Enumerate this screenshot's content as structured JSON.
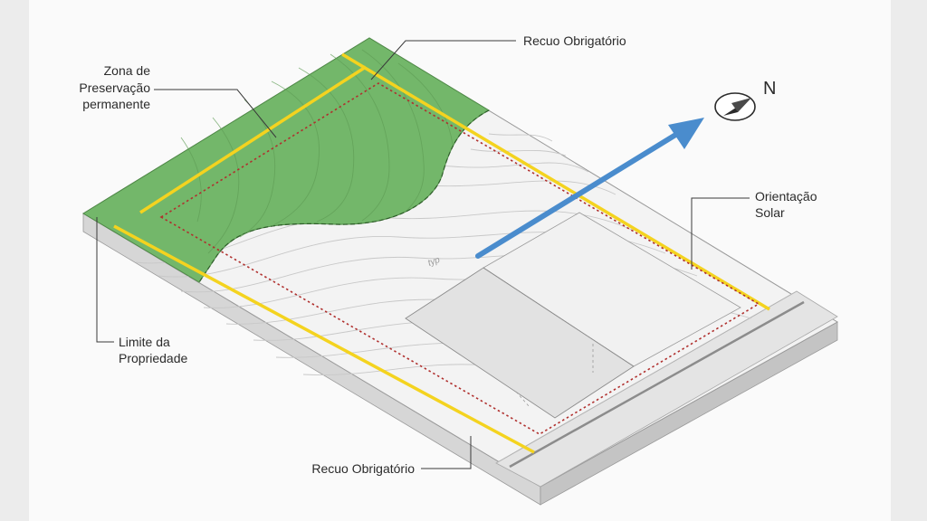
{
  "labels": {
    "app_zone_line1": "Zona de",
    "app_zone_line2": "Preservação",
    "app_zone_line3": "permanente",
    "setback_top": "Recuo Obrigatório",
    "setback_bottom": "Recuo Obrigatório",
    "property_line1": "Limite da",
    "property_line2": "Propriedade",
    "solar_line1": "Orientação",
    "solar_line2": "Solar",
    "north": "N",
    "typ": "typ"
  },
  "colors": {
    "background": "#ececec",
    "panel": "#fafafa",
    "terrain": "#f3f3f3",
    "preservation_zone": "#73b76a",
    "setback_line": "#f4d31f",
    "property_boundary": "#b0302e",
    "solar_arrow": "#4a8ccd",
    "slab_side": "#cfcfcf",
    "slab_front": "#bdbdbd"
  },
  "icons": {
    "compass": "compass-icon",
    "arrow": "solar-direction-arrow"
  }
}
